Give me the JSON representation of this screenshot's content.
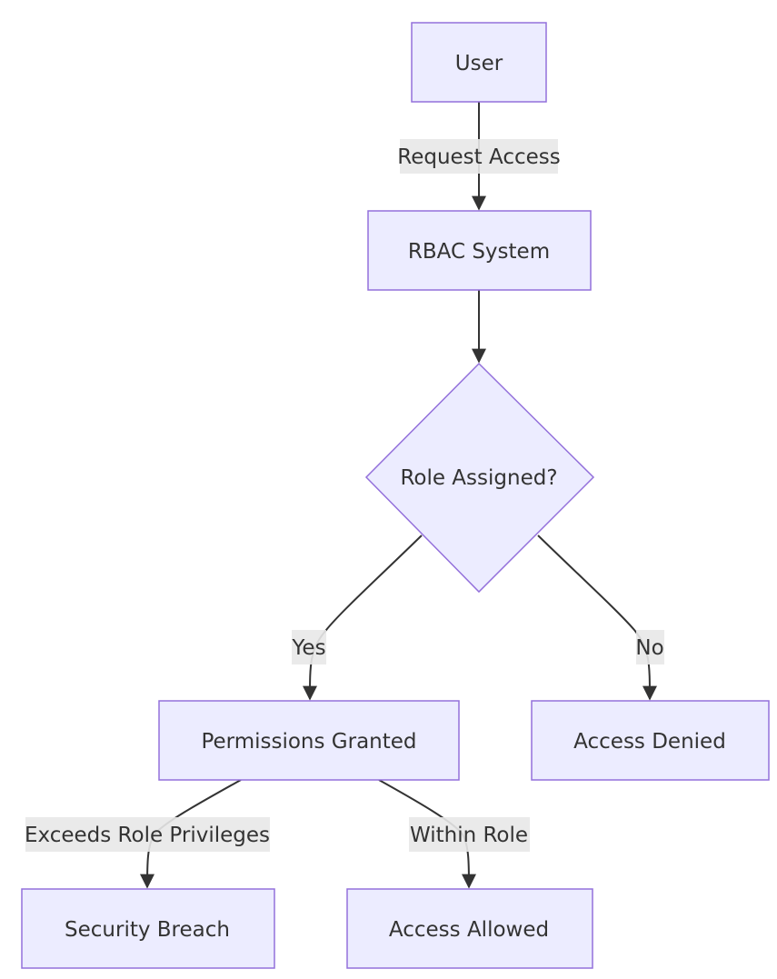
{
  "nodes": {
    "user": "User",
    "rbac": "RBAC System",
    "role": "Role Assigned?",
    "perm": "Permissions Granted",
    "denied": "Access Denied",
    "breach": "Security Breach",
    "allowed": "Access Allowed"
  },
  "edges": {
    "request": "Request Access",
    "yes": "Yes",
    "no": "No",
    "exceeds": "Exceeds Role Privileges",
    "within": "Within Role"
  },
  "colors": {
    "node_fill": "#ececff",
    "node_stroke": "#9370db",
    "edge": "#333333",
    "label_bg": "#e8e8e8"
  }
}
